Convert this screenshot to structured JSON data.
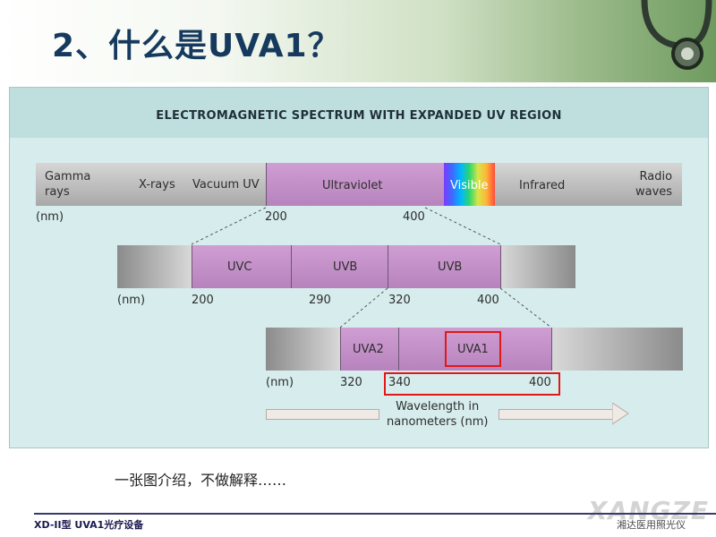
{
  "slide": {
    "title": "2、什么是UVA1？",
    "caption": "一张图介绍，不做解释……",
    "footer_left": "XD-II型 UVA1光疗设备",
    "footer_right": "湘达医用照光仪",
    "watermark": "XANGZE"
  },
  "figure": {
    "title": "ELECTROMAGNETIC SPECTRUM WITH EXPANDED UV REGION",
    "row1": {
      "segments": [
        "Gamma\nrays",
        "X-rays",
        "Vacuum UV",
        "Ultraviolet",
        "Visible",
        "Infrared",
        "Radio\nwaves"
      ],
      "unit": "(nm)",
      "ticks": [
        "200",
        "400"
      ]
    },
    "row2": {
      "segments": [
        "UVC",
        "UVB",
        "UVB"
      ],
      "unit": "(nm)",
      "ticks": [
        "200",
        "290",
        "320",
        "400"
      ]
    },
    "row3": {
      "segments": [
        "UVA2",
        "UVA1"
      ],
      "unit": "(nm)",
      "ticks": [
        "320",
        "340",
        "400"
      ]
    },
    "arrow_label": "Wavelength in\nnanometers (nm)",
    "highlight_color": "#e11818",
    "uv_color": "#b783bd"
  }
}
